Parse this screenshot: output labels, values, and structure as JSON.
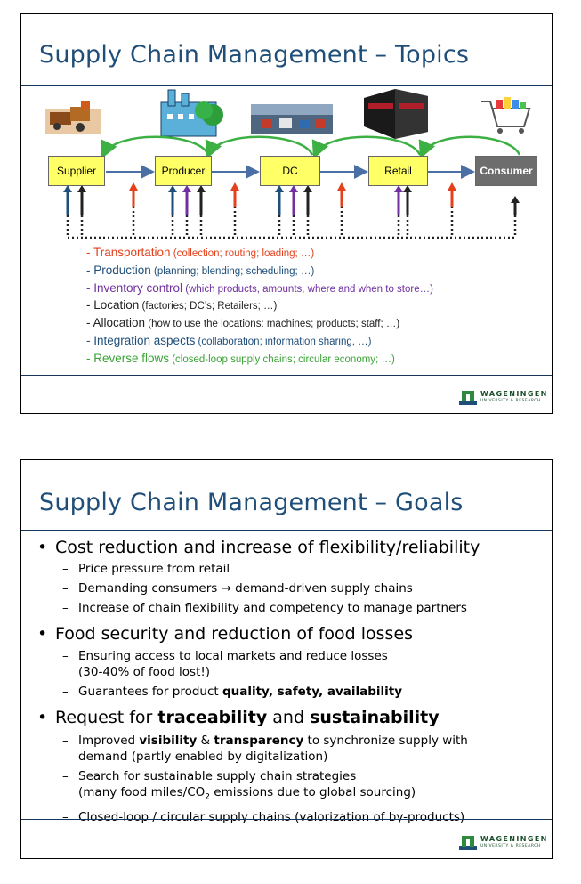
{
  "slide1": {
    "title": "Supply Chain Management – Topics",
    "nodes": [
      "Supplier",
      "Producer",
      "DC",
      "Retail",
      "Consumer"
    ],
    "topics": [
      {
        "key": "- Transportation",
        "desc": " (collection; routing; loading; …)",
        "color": "#e3401b"
      },
      {
        "key": "- Production",
        "desc": " (planning; blending; scheduling; …)",
        "color": "#1f4e79"
      },
      {
        "key": "- Inventory control",
        "desc": " (which products, amounts, where and when to store…)",
        "color": "#7030a0"
      },
      {
        "key": "- Location",
        "desc": " (factories; DC’s; Retailers; …)",
        "color": "#222222"
      },
      {
        "key": "- Allocation",
        "desc": " (how to use the locations: machines; products; staff; …)",
        "color": "#222222"
      },
      {
        "key": "- Integration aspects",
        "desc": " (collaboration; information sharing, …)",
        "color": "#1f4e79"
      },
      {
        "key": "- Reverse flows",
        "desc": " (closed-loop supply chains; circular economy; …)",
        "color": "#3aa335"
      }
    ],
    "logo": {
      "name": "WAGENINGEN",
      "sub": "UNIVERSITY & RESEARCH"
    }
  },
  "slide2": {
    "title": "Supply Chain Management – Goals",
    "bullets": [
      {
        "text": "Cost reduction and increase of flexibility/reliability",
        "subs": [
          "Price pressure from retail",
          "Demanding consumers → demand-driven supply chains",
          "Increase of chain flexibility and competency to manage partners"
        ]
      },
      {
        "text": "Food security and reduction of food losses",
        "subs": [
          "Ensuring access to local markets and reduce losses",
          "(30-40% of food lost!)",
          "Guarantees for product ",
          "quality, safety, availability"
        ]
      },
      {
        "text_a": "Request for ",
        "text_b": "traceability",
        "text_c": " and ",
        "text_d": "sustainability",
        "subs": [
          "Improved ",
          "visibility",
          " & ",
          "transparency",
          " to synchronize supply with",
          "demand (partly enabled by digitalization)",
          "Search for sustainable supply chain strategies",
          "(many food miles/CO",
          "2",
          " emissions due to global sourcing)",
          "Closed-loop / circular supply chains (valorization of by-products)"
        ]
      }
    ],
    "logo": {
      "name": "WAGENINGEN",
      "sub": "UNIVERSITY & RESEARCH"
    }
  }
}
